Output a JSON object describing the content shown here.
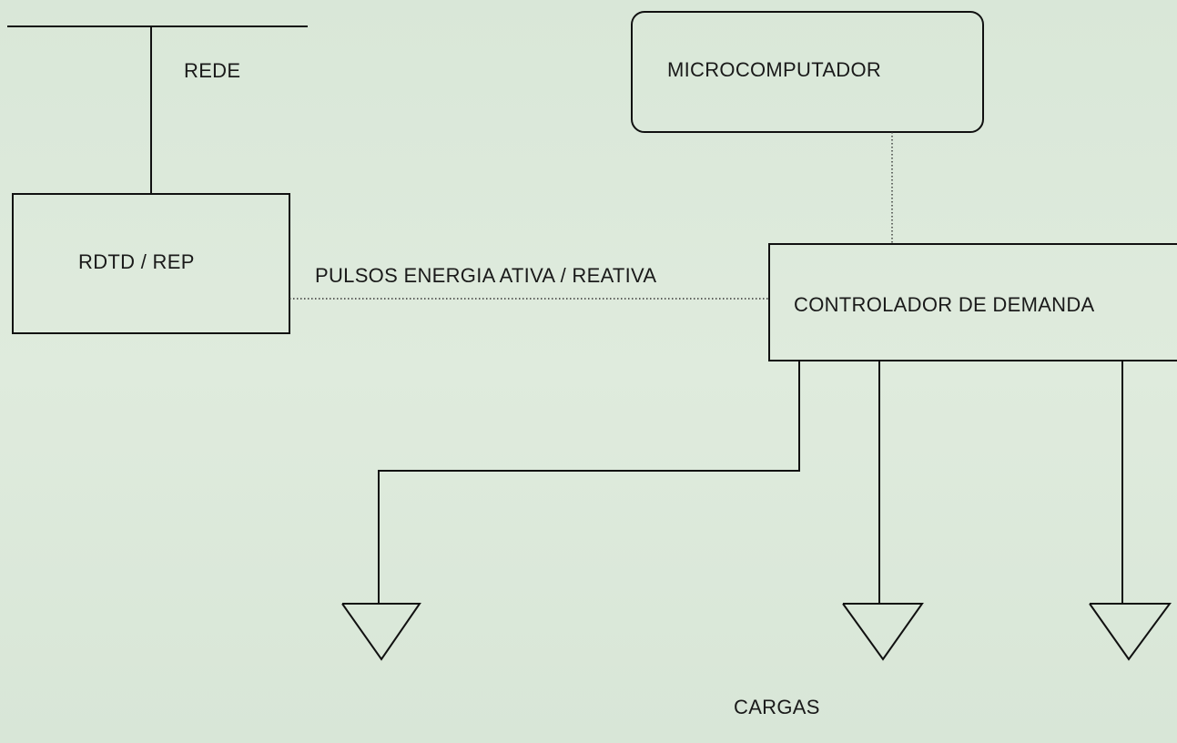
{
  "labels": {
    "rede": "REDE",
    "rdtd": "RDTD / REP",
    "pulsos": "PULSOS ENERGIA ATIVA / REATIVA",
    "micro": "MICROCOMPUTADOR",
    "controlador": "CONTROLADOR DE DEMANDA",
    "cargas": "CARGAS"
  }
}
